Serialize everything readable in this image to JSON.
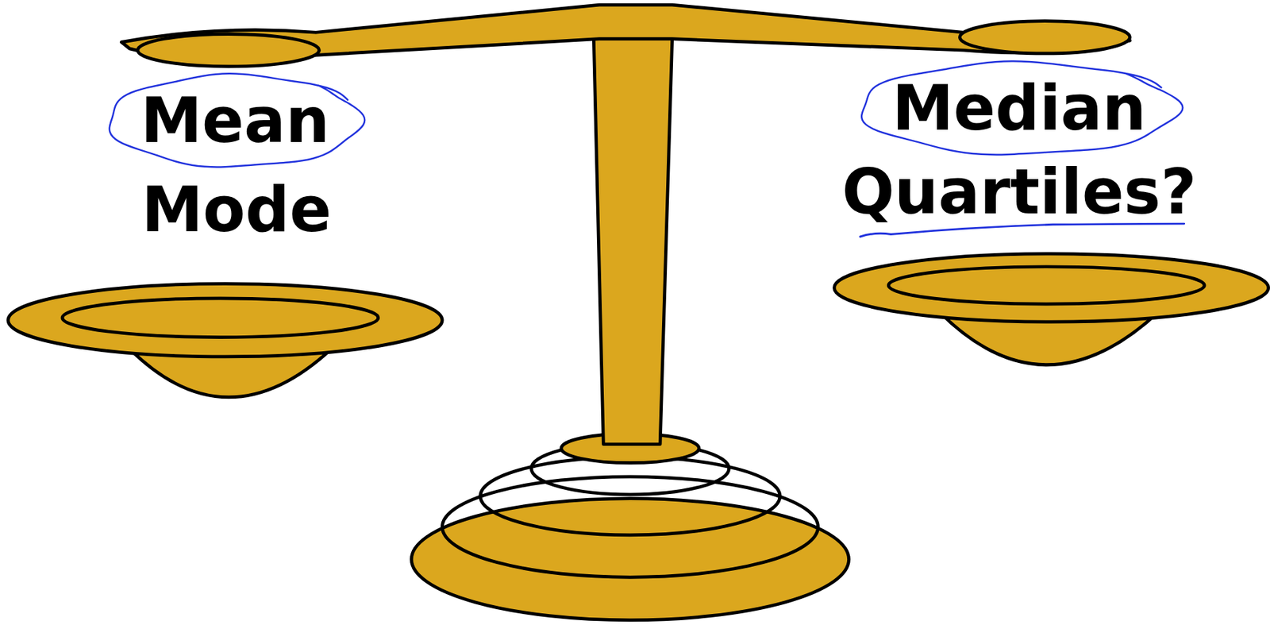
{
  "diagram": {
    "nodes": [
      {
        "text": [
          "Mean"
        ]
      },
      {
        "text": [
          "Median"
        ]
      }
    ],
    "labels": [
      "Mode",
      "Quartiles?"
    ]
  }
}
